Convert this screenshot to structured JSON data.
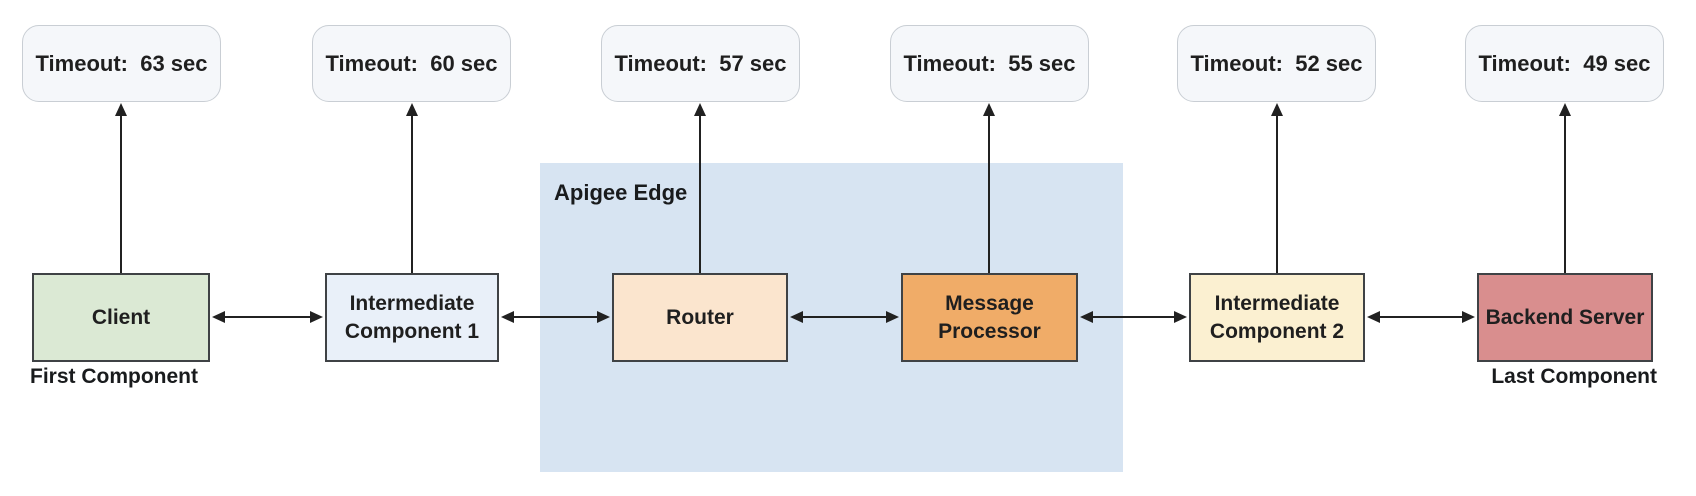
{
  "region": {
    "label": "Apigee Edge",
    "fill": "#d7e4f2"
  },
  "nodes": [
    {
      "label": "Client",
      "fill": "#dbe9d4",
      "timeout": "Timeout:  63 sec",
      "sublabel": "First Component"
    },
    {
      "label": "Intermediate Component 1",
      "fill": "#e9f0f9",
      "timeout": "Timeout:  60 sec"
    },
    {
      "label": "Router",
      "fill": "#fbe5ce",
      "timeout": "Timeout:  57 sec"
    },
    {
      "label": "Message Processor",
      "fill": "#f0ac68",
      "timeout": "Timeout:  55 sec"
    },
    {
      "label": "Intermediate Component 2",
      "fill": "#fbf0d1",
      "timeout": "Timeout:  52 sec"
    },
    {
      "label": "Backend Server",
      "fill": "#d98e8e",
      "timeout": "Timeout:  49 sec",
      "sublabel": "Last Component"
    }
  ],
  "colors": {
    "arrow": "#212121",
    "node_border": "#3f4245",
    "timeout_fill": "#f5f7fa",
    "timeout_border": "#c9ced4",
    "background": "#ffffff"
  }
}
